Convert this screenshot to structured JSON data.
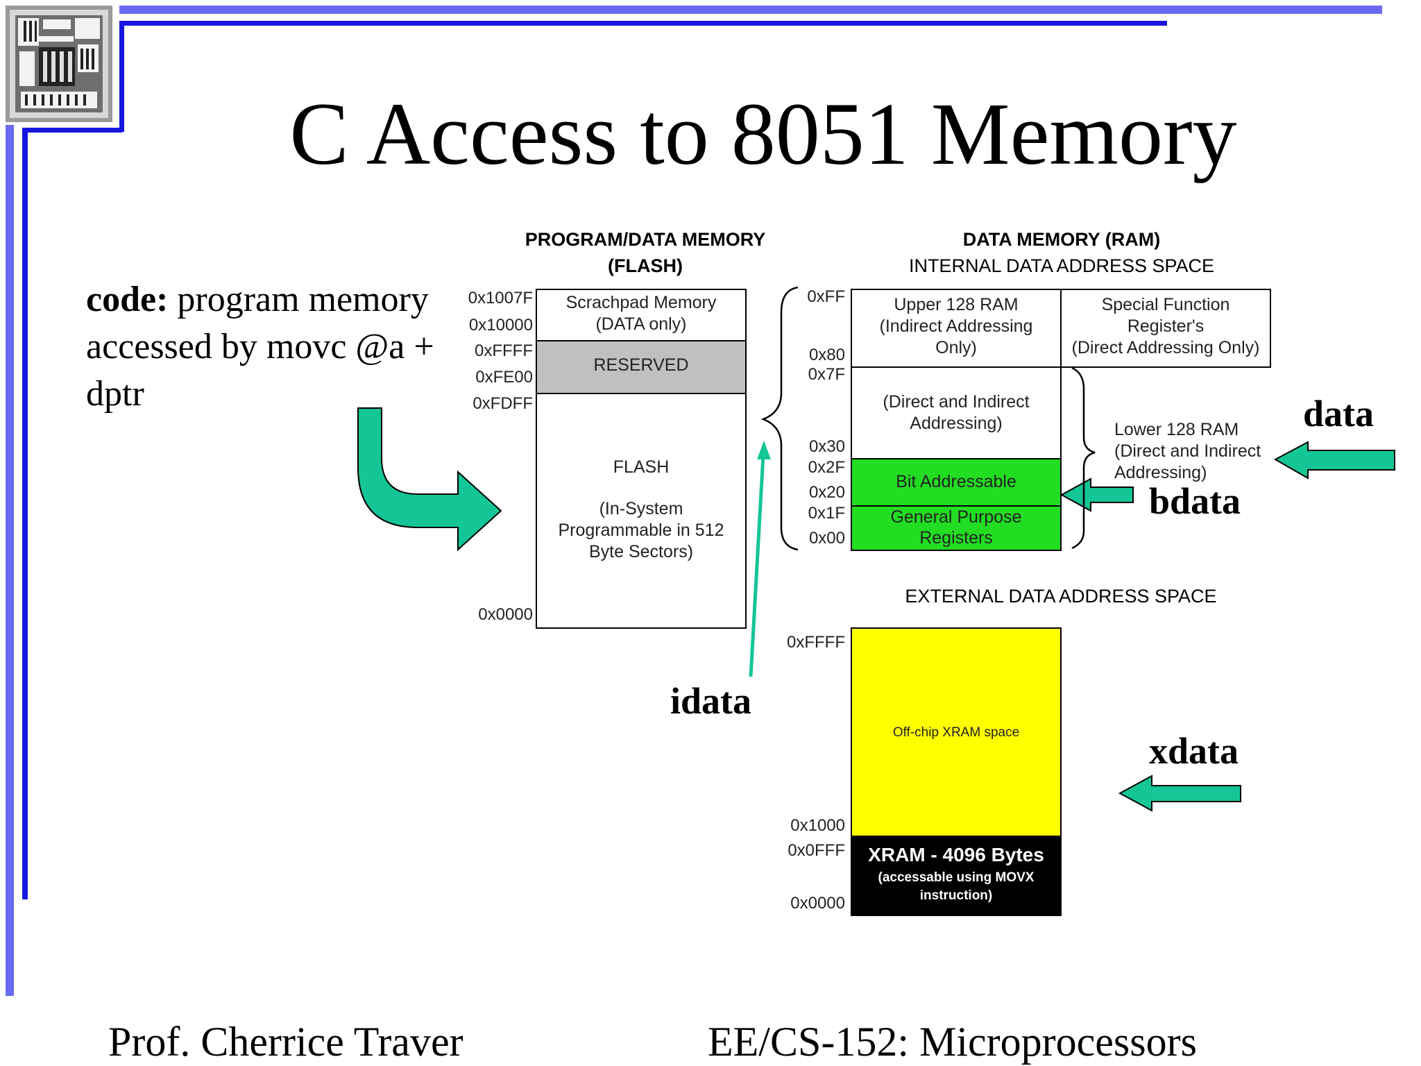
{
  "slide": {
    "title": "C Access to 8051 Memory",
    "code_label_bold": "code:",
    "code_text": " program memory accessed by movc @a + dptr",
    "labels": {
      "data": "data",
      "bdata": "bdata",
      "idata": "idata",
      "xdata": "xdata"
    },
    "footer_left": "Prof. Cherrice Traver",
    "footer_right": "EE/CS-152: Microprocessors"
  },
  "flash": {
    "header_line1": "PROGRAM/DATA MEMORY",
    "header_line2": "(FLASH)",
    "addresses": [
      "0x1007F",
      "0x10000",
      "0xFFFF",
      "0xFE00",
      "0xFDFF",
      "0x0000"
    ],
    "scratchpad_line1": "Scrachpad Memory",
    "scratchpad_line2": "(DATA only)",
    "reserved": "RESERVED",
    "flash_title": "FLASH",
    "flash_line1": "(In-System",
    "flash_line2": "Programmable in 512",
    "flash_line3": "Byte Sectors)"
  },
  "ram": {
    "header_line1": "DATA MEMORY (RAM)",
    "header_line2": "INTERNAL DATA  ADDRESS SPACE",
    "addresses": [
      "0xFF",
      "0x80",
      "0x7F",
      "0x30",
      "0x2F",
      "0x20",
      "0x1F",
      "0x00"
    ],
    "upper_line1": "Upper 128 RAM",
    "upper_line2": "(Indirect Addressing",
    "upper_line3": "Only)",
    "sfr_line1": "Special Function",
    "sfr_line2": "Register's",
    "sfr_line3": "(Direct Addressing Only)",
    "direct_line1": "(Direct and Indirect",
    "direct_line2": "Addressing)",
    "bit_addressable": "Bit Addressable",
    "gpr_line1": "General Purpose",
    "gpr_line2": "Registers",
    "lower_line1": "Lower 128 RAM",
    "lower_line2": "(Direct and Indirect",
    "lower_line3": "Addressing)"
  },
  "xram": {
    "header": "EXTERNAL DATA ADDRESS SPACE",
    "addresses": [
      "0xFFFF",
      "0x1000",
      "0x0FFF",
      "0x0000"
    ],
    "offchip": "Off-chip XRAM space",
    "xram_line1": "XRAM - 4096 Bytes",
    "xram_line2": "(accessable using MOVX",
    "xram_line3": "instruction)"
  },
  "colors": {
    "frame_light": "#6a6af0",
    "frame_dark": "#1717e0",
    "arrow_teal": "#14c596",
    "green_cell": "#22dd22",
    "reserved_gray": "#c0c0c0",
    "xram_yellow": "#ffff00",
    "xram_black": "#000000"
  }
}
